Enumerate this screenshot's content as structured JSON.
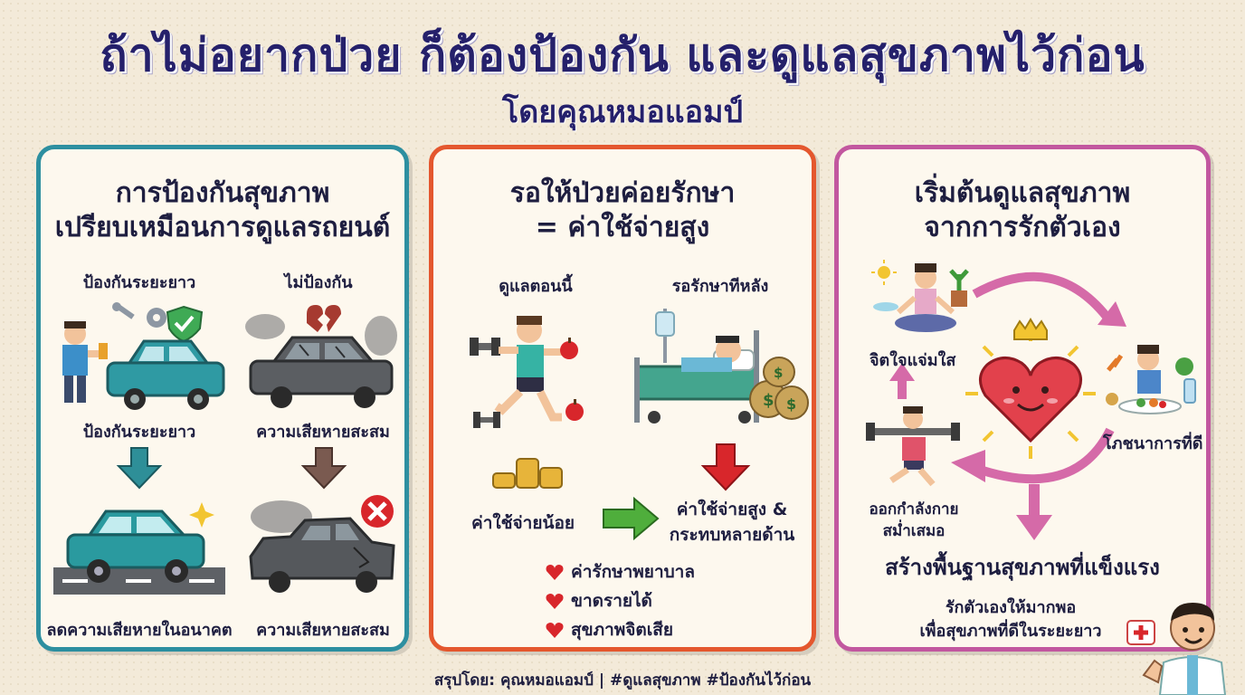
{
  "title": "ถ้าไม่อยากป่วย ก็ต้องป้องกัน และดูแลสุขภาพไว้ก่อน",
  "subtitle": "โดยคุณหมอแอมป์",
  "panel1": {
    "heading_line1": "การป้องกันสุขภาพ",
    "heading_line2": "เปรียบเหมือนการดูแลรถยนต์",
    "left_header": "ป้องกันระยะยาว",
    "right_header": "ไม่ป้องกัน",
    "left_mid": "ป้องกันระยะยาว",
    "right_mid": "ความเสียหายสะสม",
    "left_bottom": "ลดความเสียหายในอนาคต",
    "right_bottom": "ความเสียหายสะสม"
  },
  "panel2": {
    "heading_line1": "รอให้ป่วยค่อยรักษา",
    "heading_line2": "= ค่าใช้จ่ายสูง",
    "left_header": "ดูแลตอนนี้",
    "right_header": "รอรักษาทีหลัง",
    "left_cost": "ค่าใช้จ่ายน้อย",
    "right_cost_line1": "ค่าใช้จ่ายสูง &",
    "right_cost_line2": "กระทบหลายด้าน",
    "bullets": [
      "ค่ารักษาพยาบาล",
      "ขาดรายได้",
      "สุขภาพจิตเสีย"
    ]
  },
  "panel3": {
    "heading_line1": "เริ่มต้นดูแลสุขภาพ",
    "heading_line2": "จากการรักตัวเอง",
    "mind": "จิตใจแจ่มใส",
    "nutrition": "โภชนาการที่ดี",
    "exercise_line1": "ออกกำลังกาย",
    "exercise_line2": "สม่ำเสมอ",
    "foundation": "สร้างพื้นฐานสุขภาพที่แข็งแรง",
    "closing_line1": "รักตัวเองให้มากพอ",
    "closing_line2": "เพื่อสุขภาพที่ดีในระยะยาว"
  },
  "footer": "สรุปโดย: คุณหมอแอมป์ | #ดูแลสุขภาพ #ป้องกันไว้ก่อน",
  "colors": {
    "title": "#25206b",
    "panel1_border": "#2d8fa0",
    "panel2_border": "#e4572e",
    "panel3_border": "#c2579f",
    "teal_arrow": "#2e8f98",
    "brown_arrow": "#7a5a50",
    "red_arrow": "#d8262b",
    "green_arrow": "#4fae3c",
    "pink_arrow": "#d56aa8"
  },
  "icons": [
    "wrench-icon",
    "gear-icon",
    "shield-check-icon",
    "broken-heart-icon",
    "x-circle-icon",
    "sparkle-icon",
    "dumbbell-icon",
    "apple-icon",
    "coin-stack-icon",
    "heart-icon",
    "crown-icon",
    "sun-icon",
    "plant-icon",
    "medical-kit-icon"
  ]
}
